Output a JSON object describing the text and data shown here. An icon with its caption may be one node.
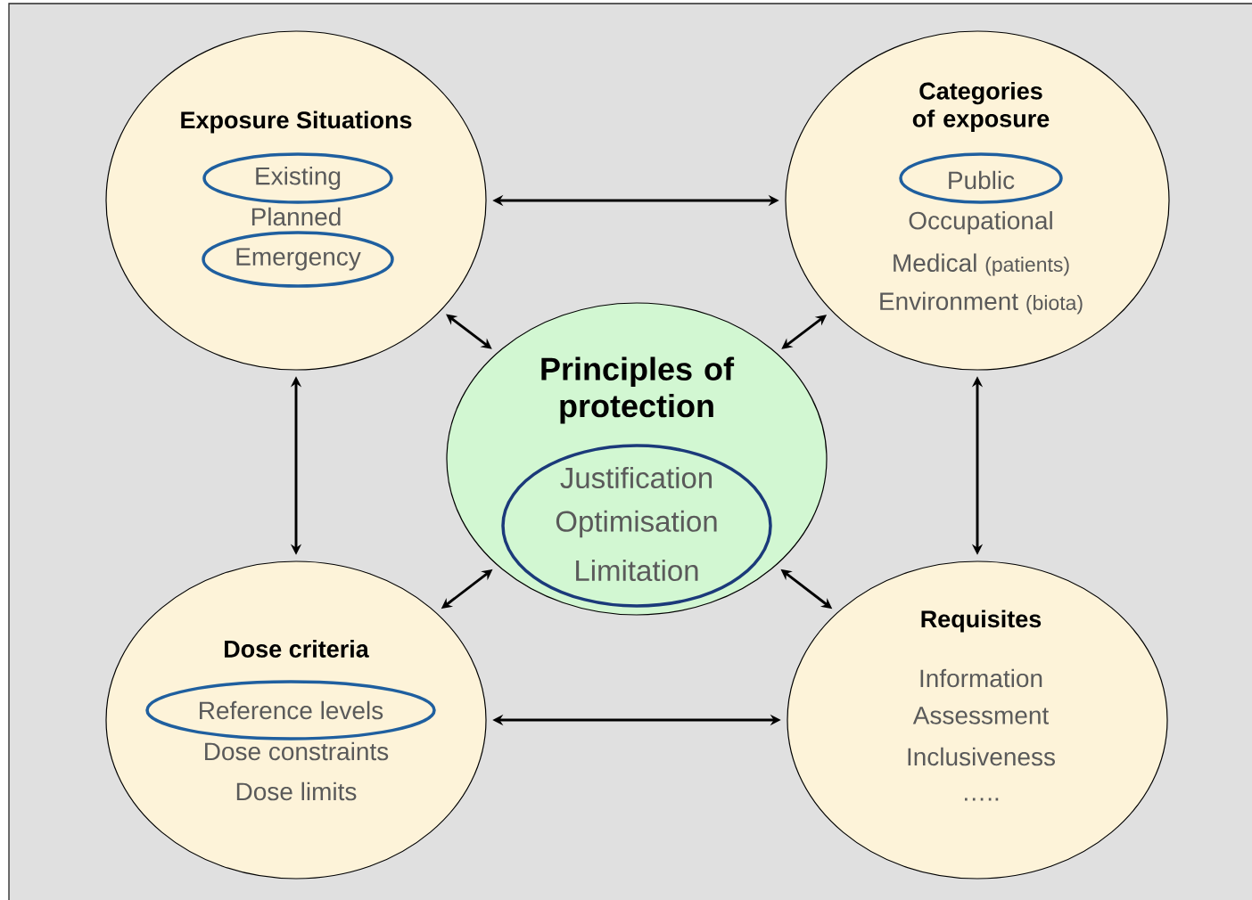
{
  "diagram": {
    "nodes": [
      {
        "text": [
          "Exposure Situations",
          "Planned"
        ]
      },
      {
        "text": [
          "Existing"
        ],
        "in": 0
      },
      {
        "text": [
          "Emergency"
        ],
        "in": 0
      },
      {
        "text": [
          "Categories of exposure",
          "Occupational",
          "Medical",
          "(patients)",
          "Environment",
          "(biota)"
        ]
      },
      {
        "text": [
          "Public"
        ],
        "in": 3
      },
      {
        "text": [
          "Principles of protection"
        ]
      },
      {
        "text": [
          "Justification",
          "Optimisation",
          "Limitation"
        ],
        "in": 5
      },
      {
        "text": [
          "Dose criteria",
          "Dose constraints",
          "Dose limits"
        ]
      },
      {
        "text": [
          "Reference levels"
        ],
        "in": 7
      },
      {
        "text": [
          "Requisites",
          "Information",
          "Assessment",
          "Inclusiveness",
          "….."
        ]
      }
    ],
    "edges": [
      {
        "from": 0,
        "to": 3,
        "arrow": "both"
      },
      {
        "from": 0,
        "to": 5,
        "arrow": "both"
      },
      {
        "from": 3,
        "to": 5,
        "arrow": "both"
      },
      {
        "from": 0,
        "to": 7,
        "arrow": "both"
      },
      {
        "from": 3,
        "to": 9,
        "arrow": "both"
      },
      {
        "from": 7,
        "to": 5,
        "arrow": "both"
      },
      {
        "from": 9,
        "to": 5,
        "arrow": "both"
      },
      {
        "from": 7,
        "to": 9,
        "arrow": "both"
      }
    ]
  }
}
